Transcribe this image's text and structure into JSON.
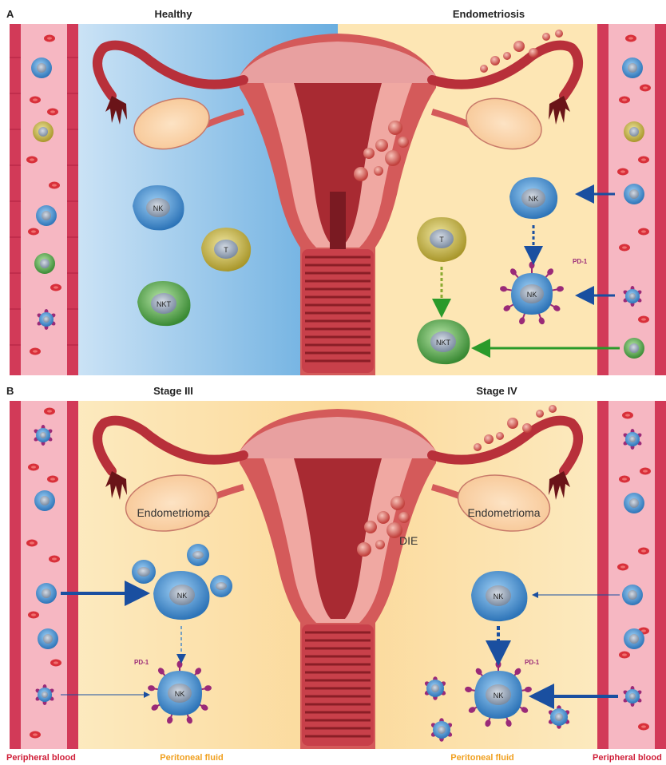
{
  "panel_a": {
    "letter": "A",
    "left_title": "Healthy",
    "right_title": "Endometriosis",
    "cells": {
      "nk": "NK",
      "t": "T",
      "nkt": "NKT",
      "pd1": "PD-1"
    }
  },
  "panel_b": {
    "letter": "B",
    "left_title": "Stage III",
    "right_title": "Stage IV",
    "endometrioma_left": "Endometrioma",
    "endometrioma_right": "Endometrioma",
    "die": "DIE",
    "cells": {
      "nk": "NK",
      "pd1": "PD-1"
    }
  },
  "footer": {
    "peripheral_blood_left": "Peripheral blood",
    "peritoneal_fluid_left": "Peritoneal fluid",
    "peritoneal_fluid_right": "Peritoneal fluid",
    "peripheral_blood_right": "Peripheral blood"
  },
  "colors": {
    "nk": "#3a86c8",
    "t": "#b8a83a",
    "nkt": "#4aa64a",
    "vessel": "#f2a7b3",
    "uterus": "#b8303a",
    "pd1": "#9a2a78",
    "arrow_blue": "#1a4fa0",
    "arrow_green": "#2a9a2a",
    "peritoneal_text": "#f0a020",
    "blood_text": "#d0203a"
  }
}
